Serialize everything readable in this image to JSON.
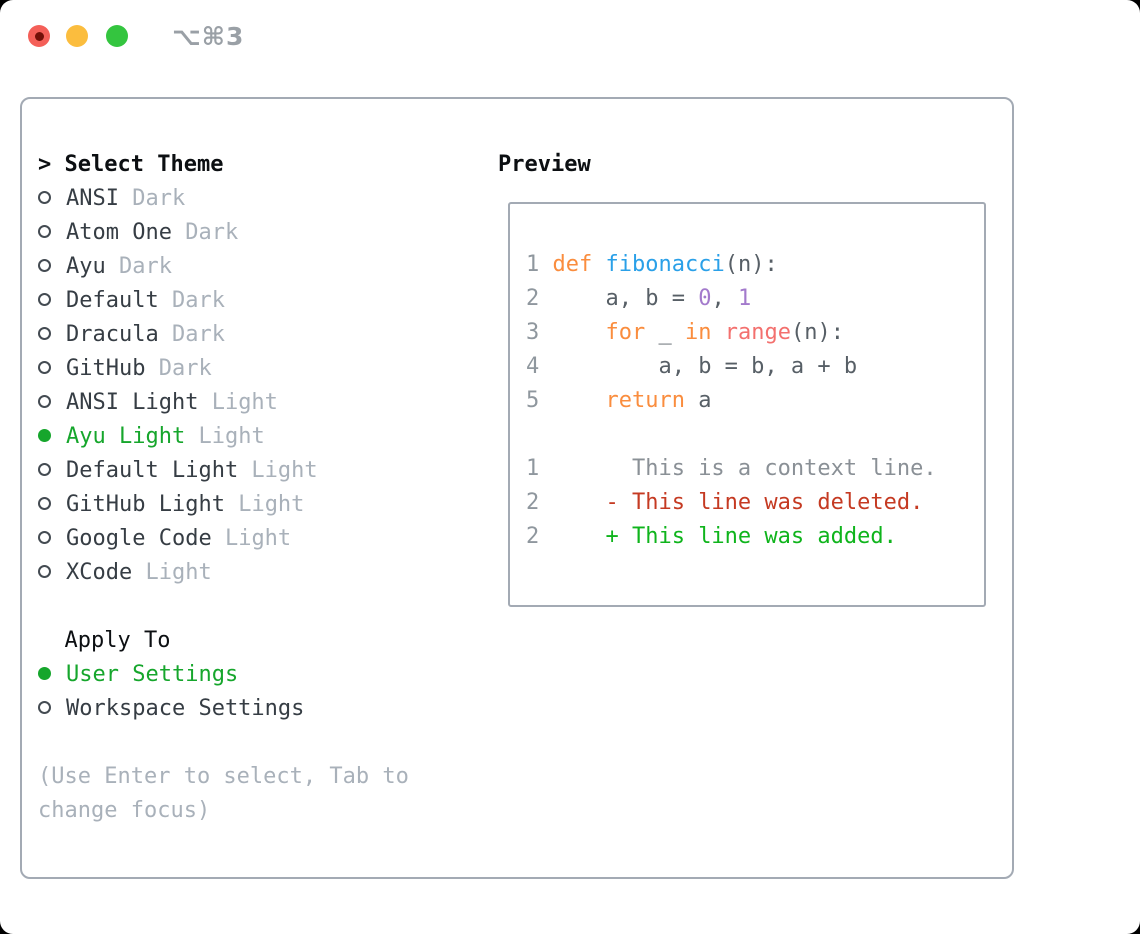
{
  "window": {
    "title": "⌥⌘3"
  },
  "traffic_lights": {
    "close_color": "#f45f58",
    "minimize_color": "#fbbd3e",
    "zoom_color": "#34c53f",
    "close_dot_color": "#731008"
  },
  "theme_picker": {
    "prompt": ">",
    "title": "Select Theme",
    "items": [
      {
        "name": "ANSI",
        "variant": "Dark",
        "selected": false
      },
      {
        "name": "Atom One",
        "variant": "Dark",
        "selected": false
      },
      {
        "name": "Ayu",
        "variant": "Dark",
        "selected": false
      },
      {
        "name": "Default",
        "variant": "Dark",
        "selected": false
      },
      {
        "name": "Dracula",
        "variant": "Dark",
        "selected": false
      },
      {
        "name": "GitHub",
        "variant": "Dark",
        "selected": false
      },
      {
        "name": "ANSI Light",
        "variant": "Light",
        "selected": false
      },
      {
        "name": "Ayu Light",
        "variant": "Light",
        "selected": true
      },
      {
        "name": "Default Light",
        "variant": "Light",
        "selected": false
      },
      {
        "name": "GitHub Light",
        "variant": "Light",
        "selected": false
      },
      {
        "name": "Google Code",
        "variant": "Light",
        "selected": false
      },
      {
        "name": "XCode",
        "variant": "Light",
        "selected": false
      }
    ]
  },
  "apply_to": {
    "title": "Apply To",
    "options": [
      {
        "label": "User Settings",
        "selected": true
      },
      {
        "label": "Workspace Settings",
        "selected": false
      }
    ]
  },
  "hint_lines": [
    "(Use Enter to select, Tab to",
    "change focus)"
  ],
  "preview": {
    "title": "Preview",
    "code_lines": [
      {
        "ln": "1",
        "tokens": [
          [
            "pl",
            " "
          ],
          [
            "kw",
            "def"
          ],
          [
            "pl",
            " "
          ],
          [
            "fn",
            "fibonacci"
          ],
          [
            "pl",
            "(n):"
          ]
        ]
      },
      {
        "ln": "2",
        "tokens": [
          [
            "pl",
            "     a, b = "
          ],
          [
            "num",
            "0"
          ],
          [
            "pl",
            ", "
          ],
          [
            "num",
            "1"
          ]
        ]
      },
      {
        "ln": "3",
        "tokens": [
          [
            "pl",
            "     "
          ],
          [
            "kw",
            "for"
          ],
          [
            "pl",
            " _ "
          ],
          [
            "kw",
            "in"
          ],
          [
            "pl",
            " "
          ],
          [
            "rng",
            "range"
          ],
          [
            "pl",
            "(n):"
          ]
        ]
      },
      {
        "ln": "4",
        "tokens": [
          [
            "pl",
            "         a, b = b, a + b"
          ]
        ]
      },
      {
        "ln": "5",
        "tokens": [
          [
            "pl",
            "     "
          ],
          [
            "kw",
            "return"
          ],
          [
            "pl",
            " a"
          ]
        ]
      },
      {
        "ln": "",
        "tokens": []
      },
      {
        "ln": "1",
        "tokens": [
          [
            "ctx",
            "       This is a context line."
          ]
        ]
      },
      {
        "ln": "2",
        "tokens": [
          [
            "del",
            "     - This line was deleted."
          ]
        ]
      },
      {
        "ln": "2",
        "tokens": [
          [
            "add",
            "     + This line was added."
          ]
        ]
      }
    ]
  },
  "colors": {
    "selection_green": "#16a62c",
    "keyword": "#fa8d3e",
    "function_name": "#2aa0e8",
    "number": "#a37acc",
    "builtin": "#f3706e",
    "code_default": "#575f66",
    "line_number": "#8f979e",
    "diff_context": "#8a9096",
    "diff_deleted": "#c53a22",
    "diff_added": "#0fb41c",
    "panel_border": "#a3aab4",
    "muted": "#a9b1ba",
    "text_dark": "#363d44",
    "header_black": "#0c0f12",
    "title_gray": "#9aa0a6"
  }
}
